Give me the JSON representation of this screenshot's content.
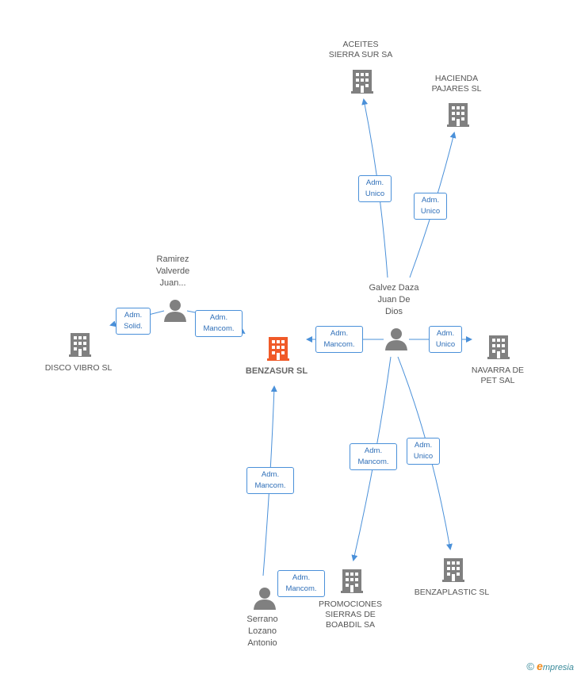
{
  "colors": {
    "company_icon": "#808080",
    "company_main": "#f05a28",
    "person_icon": "#808080",
    "edge": "#4a90d9",
    "label_border": "#4a90d9",
    "label_text": "#2f6fb8"
  },
  "companies": {
    "aceites": "ACEITES\nSIERRA SUR SA",
    "hacienda": "HACIENDA\nPAJARES SL",
    "disco": "DISCO VIBRO SL",
    "benzasur": "BENZASUR SL",
    "navarra": "NAVARRA DE\nPET SAL",
    "promociones": "PROMOCIONES\nSIERRAS DE\nBOABDIL SA",
    "benzaplastic": "BENZAPLASTIC SL"
  },
  "persons": {
    "ramirez": "Ramirez\nValverde\nJuan...",
    "galvez": "Galvez Daza\nJuan De\nDios",
    "serrano": "Serrano\nLozano\nAntonio"
  },
  "relations": {
    "aceites": "Adm.\nUnico",
    "hacienda": "Adm.\nUnico",
    "disco": "Adm.\nSolid.",
    "ramirez_benzasur": "Adm.\nMancom.",
    "galvez_benzasur": "Adm.\nMancom.",
    "navarra": "Adm.\nUnico",
    "promociones": "Adm.\nMancom.",
    "benzaplastic": "Adm.\nUnico",
    "serrano_benzasur": "Adm.\nMancom.",
    "serrano_promociones": "Adm.\nMancom."
  },
  "footer": {
    "copyright": "©",
    "brand_initial": "e",
    "brand_rest": "mpresia"
  }
}
